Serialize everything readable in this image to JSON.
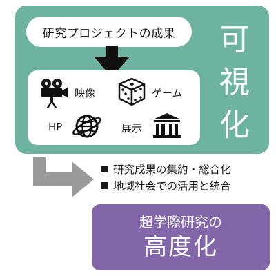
{
  "colors": {
    "green_panel": "#6db3a0",
    "purple_panel": "#8266aa",
    "arrow_black": "#111111",
    "arrow_gray": "#9a9a9a",
    "text": "#1a1a1a",
    "white": "#ffffff"
  },
  "top_pill": {
    "label": "研究プロジェクトの成果"
  },
  "side_title": {
    "chars": [
      "可",
      "視",
      "化"
    ]
  },
  "media": [
    {
      "icon": "film-camera-icon",
      "label": "映像"
    },
    {
      "icon": "dice-icon",
      "label": "ゲーム"
    },
    {
      "icon": "globe-icon",
      "label": "HP"
    },
    {
      "icon": "museum-icon",
      "label": "展示"
    }
  ],
  "outcomes": [
    "研究成果の集約・総合化",
    "地域社会での活用と統合"
  ],
  "result_box": {
    "subtitle": "超学際研究の",
    "title": "高度化"
  }
}
